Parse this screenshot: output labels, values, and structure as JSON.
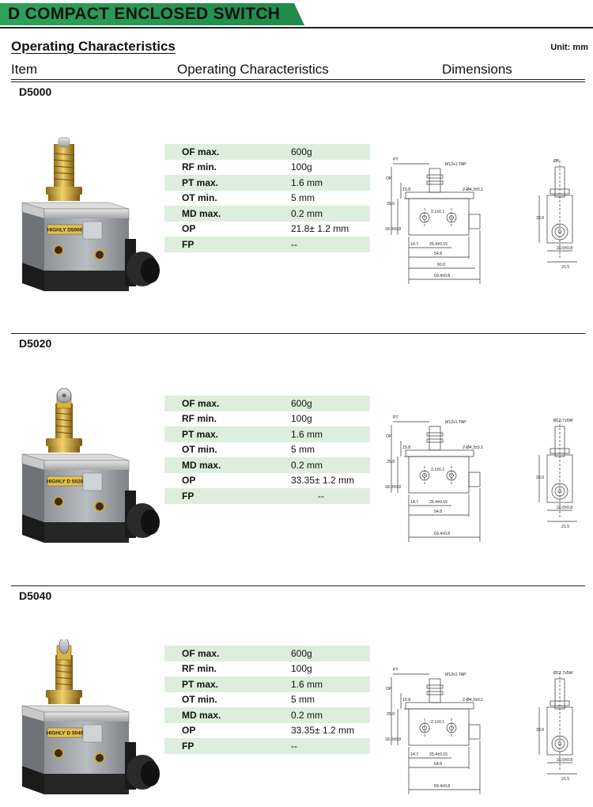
{
  "header": {
    "title": "D COMPACT ENCLOSED SWITCH"
  },
  "subheader": {
    "title": "Operating Characteristics",
    "unit": "Unit: mm"
  },
  "columns": {
    "item": "Item",
    "operating": "Operating Characteristics",
    "dimensions": "Dimensions"
  },
  "sections": [
    {
      "model": "D5000",
      "label_text": "HIGHLY D5000",
      "rows": [
        {
          "label": "OF max.",
          "value": "600g"
        },
        {
          "label": "RF min.",
          "value": "100g"
        },
        {
          "label": "PT max.",
          "value": "1.6 mm"
        },
        {
          "label": "OT min.",
          "value": "5 mm"
        },
        {
          "label": "MD max.",
          "value": "0.2 mm"
        },
        {
          "label": "OP",
          "value": "21.8± 1.2 mm"
        },
        {
          "label": "FP",
          "value": "--"
        }
      ],
      "drawing": {
        "pt": "PT",
        "op": "OP",
        "tap": "M12x1 TAP",
        "hole": "2-Ø4.3±0.1",
        "d158": "15.8",
        "d250": "25.0",
        "d180": "18.0±0.8",
        "d21": "2.1±0.1",
        "d147": "14.7",
        "d254": "25.4±0.15",
        "d548": "54.8",
        "d600": "60.0",
        "d694": "69.4±0.8",
        "side_top": "Ø8",
        "side_330": "33.0",
        "side_200": "20.0±0.8",
        "side_215": "21.5"
      }
    },
    {
      "model": "D5020",
      "label_text": "HIGHLY D 5020",
      "rows": [
        {
          "label": "OF max.",
          "value": "600g"
        },
        {
          "label": "RF min.",
          "value": "100g"
        },
        {
          "label": "PT max.",
          "value": "1.6 mm"
        },
        {
          "label": "OT min.",
          "value": "5 mm"
        },
        {
          "label": "MD max.",
          "value": "0.2 mm"
        },
        {
          "label": "OP",
          "value": "33.35± 1.2 mm"
        },
        {
          "label": "FP",
          "value": "--"
        }
      ],
      "drawing": {
        "pt": "PT",
        "op": "OP",
        "tap": "M12x1 TAP",
        "hole": "2-Ø4.3±0.1",
        "d158": "15.8",
        "d250": "25.0",
        "d180": "18.0±0.8",
        "d21": "2.1±0.1",
        "d147": "14.7",
        "d254": "25.4±0.15",
        "d548": "54.8",
        "d600": "",
        "d694": "69.4±0.8",
        "side_top": "Ø12.7x5W",
        "side_330": "33.0",
        "side_200": "20.0±0.8",
        "side_215": "21.5"
      }
    },
    {
      "model": "D5040",
      "label_text": "HIGHLY D 5040",
      "rows": [
        {
          "label": "OF max.",
          "value": "600g"
        },
        {
          "label": "RF min.",
          "value": "100g"
        },
        {
          "label": "PT max.",
          "value": "1.6 mm"
        },
        {
          "label": "OT min.",
          "value": "5 mm"
        },
        {
          "label": "MD max.",
          "value": "0.2 mm"
        },
        {
          "label": "OP",
          "value": "33.35± 1.2 mm"
        },
        {
          "label": "FP",
          "value": "--"
        }
      ],
      "drawing": {
        "pt": "PT",
        "op": "OP",
        "tap": "M12x1 TAP",
        "hole": "2-Ø4.3±0.1",
        "d158": "15.8",
        "d250": "25.0",
        "d180": "18.0±0.8",
        "d21": "2.1±0.1",
        "d147": "14.7",
        "d254": "25.4±0.15",
        "d548": "54.8",
        "d600": "",
        "d694": "69.4±0.8",
        "side_top": "Ø12.7x5W",
        "side_330": "33.0",
        "side_200": "20.0±0.8",
        "side_215": "21.5"
      }
    }
  ],
  "colors": {
    "accent": "#2ea35a",
    "row_shade": "#deeedd"
  }
}
